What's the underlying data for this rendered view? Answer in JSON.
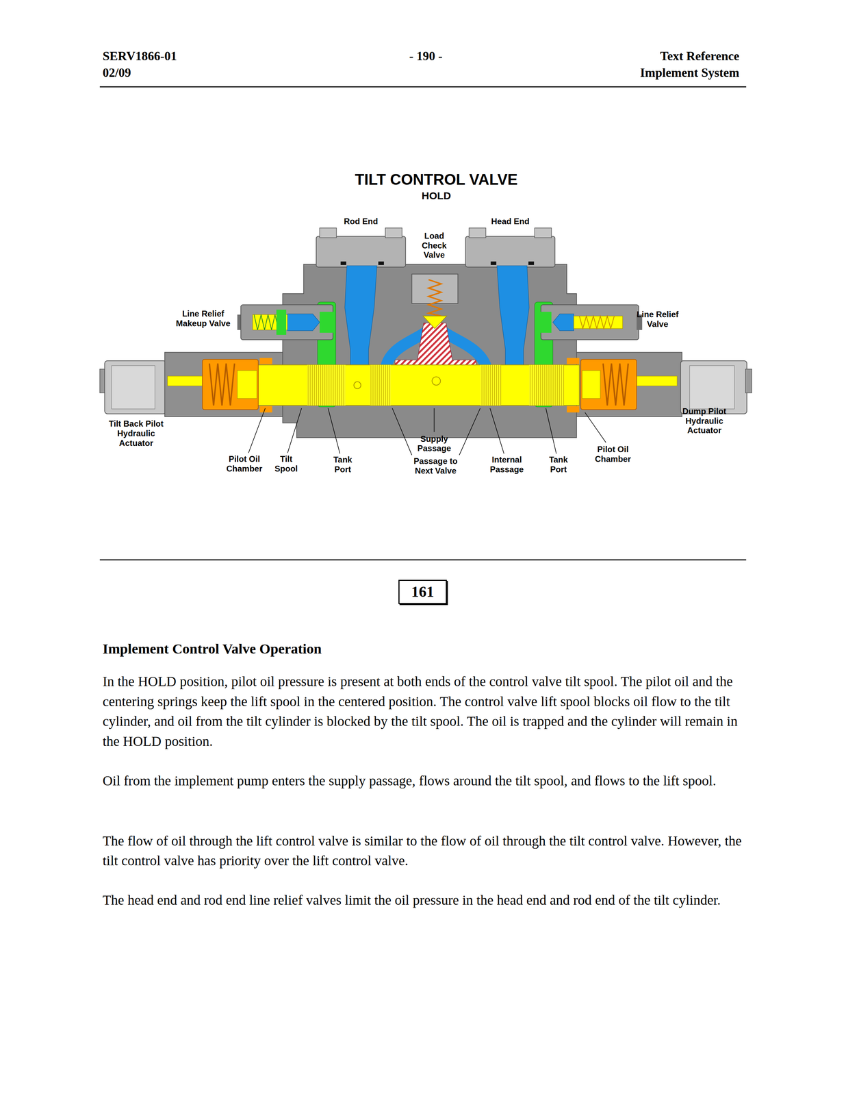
{
  "diagram": {
    "title": "TILT CONTROL VALVE",
    "nodes": [
      {
        "text": [
          "161"
        ]
      }
    ],
    "labels": [
      "SERV1866-01",
      "- 190 -",
      "Text Reference",
      "02/09",
      "Implement System",
      "HOLD",
      "Rod End",
      "Head End",
      "Load Check Valve",
      "Line Relief Makeup Valve",
      "Line Relief Valve",
      "Dump Pilot Hydraulic Actuator",
      "Tilt Back Pilot Hydraulic Actuator",
      "Supply Passage",
      "Pilot Oil Chamber",
      "Pilot Oil Chamber",
      "Tilt Spool",
      "Tank Port",
      "Passage to Next Valve",
      "Internal Passage",
      "Tank Port",
      "Implement Control Valve Operation",
      "In the HOLD position, pilot oil pressure is present at both ends of the control valve tilt spool. The pilot oil and the centering springs keep the lift spool in the centered position. The control valve lift spool blocks oil flow to the tilt cylinder, and oil from the tilt cylinder is blocked by the tilt spool. The oil is trapped and the cylinder will remain in the HOLD position.",
      "Oil from the implement pump enters the supply passage, flows around the tilt spool, and flows to the lift spool.",
      "The flow of oil through the lift control valve is similar to the flow of oil through the tilt control valve. However, the tilt control valve has priority over the lift control valve.",
      "The head end and rod end line relief valves limit the oil pressure in the head end and rod end of the tilt cylinder."
    ]
  }
}
